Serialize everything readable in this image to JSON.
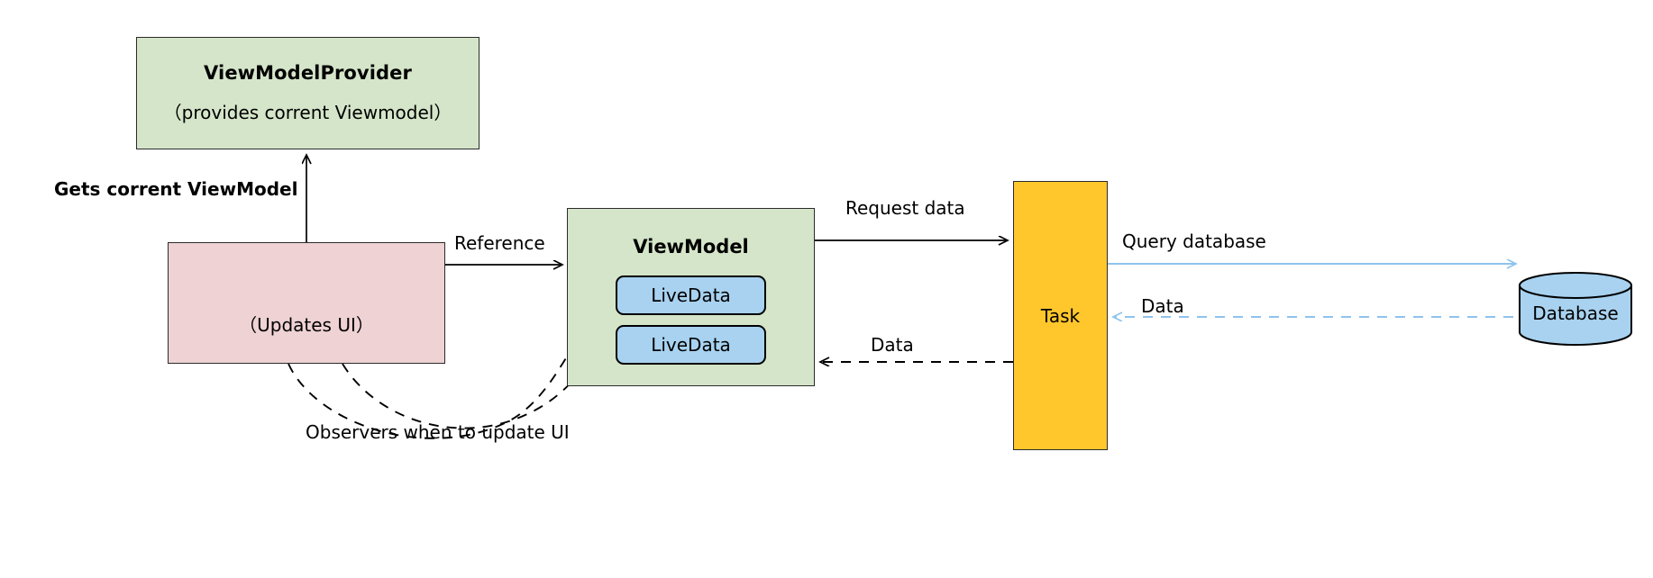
{
  "diagram": {
    "title": "Android ViewModel / LiveData architecture",
    "colors": {
      "green_fill": "#d5e5c9",
      "pink_fill": "#efd2d4",
      "blue_fill": "#a8d2f0",
      "orange_fill": "#ffc72c",
      "stroke": "#2b2b2b",
      "blue_stroke": "#8fc3ec"
    },
    "nodes": {
      "viewmodel_provider": {
        "title": "ViewModelProvider",
        "subtitle": "（provides corrent Viewmodel）"
      },
      "ui": {
        "subtitle": "（Updates UI）"
      },
      "viewmodel": {
        "title": "ViewModel",
        "livedata_1": "LiveData",
        "livedata_2": "LiveData"
      },
      "task": {
        "title": "Task"
      },
      "database": {
        "title": "Database"
      }
    },
    "edges": {
      "gets_current_viewmodel": "Gets corrent ViewModel",
      "reference": "Reference",
      "observers": "Observers when to update UI",
      "request_data": "Request data",
      "data_to_viewmodel": "Data",
      "query_database": "Query database",
      "data_from_database": "Data"
    }
  }
}
